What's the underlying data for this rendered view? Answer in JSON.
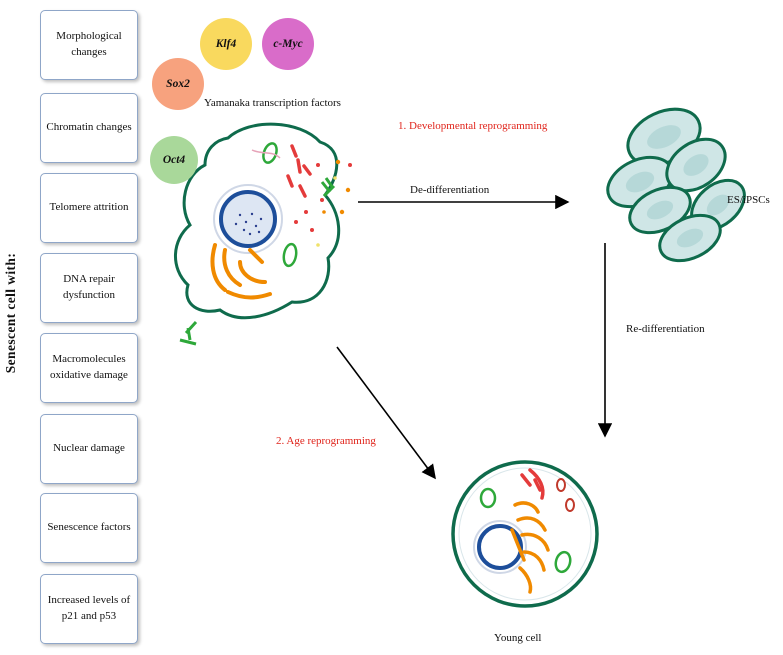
{
  "side_label": "Senescent cell with:",
  "hallmarks": [
    {
      "label": "Morphological changes"
    },
    {
      "label": "Chromatin changes"
    },
    {
      "label": "Telomere attrition"
    },
    {
      "label": "DNA repair dysfunction"
    },
    {
      "label": "Macromolecules oxidative damage"
    },
    {
      "label": "Nuclear damage"
    },
    {
      "label": "Senescence factors"
    },
    {
      "label": "Increased levels of p21 and p53"
    }
  ],
  "factors": {
    "klf4": "Klf4",
    "cmyc": "c-Myc",
    "sox2": "Sox2",
    "oct4": "Oct4",
    "caption": "Yamanaka transcription factors"
  },
  "pathways": {
    "developmental": "1. Developmental reprogramming",
    "dedifferentiation": "De-differentiation",
    "es_ipscs": "ES/iPSCs",
    "redifferentiation": "Re-differentiation",
    "age": "2. Age reprogramming",
    "young_cell": "Young cell"
  },
  "colors": {
    "klf4": "#f9d95e",
    "cmyc": "#d96cc9",
    "sox2": "#f7a27e",
    "oct4": "#a9d89a",
    "membrane": "#0f6b4c",
    "nucleus": "#1d4e9a",
    "golgi": "#f08a00",
    "mitochondria": "#2ea83a",
    "red_text": "#e0241b",
    "stem_cell_fill": "#cfe6e6"
  }
}
